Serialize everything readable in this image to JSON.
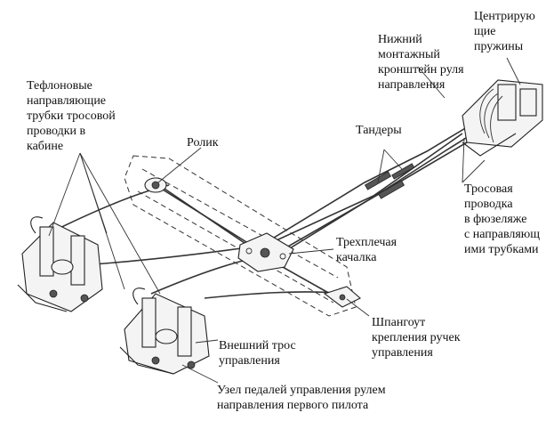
{
  "labels": {
    "teflon_tubes": [
      "Тефлоновые",
      "направляющие",
      "трубки тросовой",
      "проводки в",
      "кабине"
    ],
    "roller": "Ролик",
    "lower_bracket": [
      "Нижний",
      "монтажный",
      "кронштейн руля",
      "направления"
    ],
    "centering_springs": [
      "Центрирую",
      "щие",
      "пружины"
    ],
    "tandems": "Тандеры",
    "fuselage_cable": [
      "Тросовая",
      "проводка",
      "в фюзеляже",
      "с направляющ",
      "ими трубками"
    ],
    "bellcrank": [
      "Трехплечая",
      "качалка"
    ],
    "frame": [
      "Шпангоут",
      "крепления ручек",
      "управления"
    ],
    "outer_cable": [
      "Внешний трос",
      "управления"
    ],
    "pedal_unit": [
      "Узел педалей управления рулем",
      "направления первого пилота"
    ]
  }
}
